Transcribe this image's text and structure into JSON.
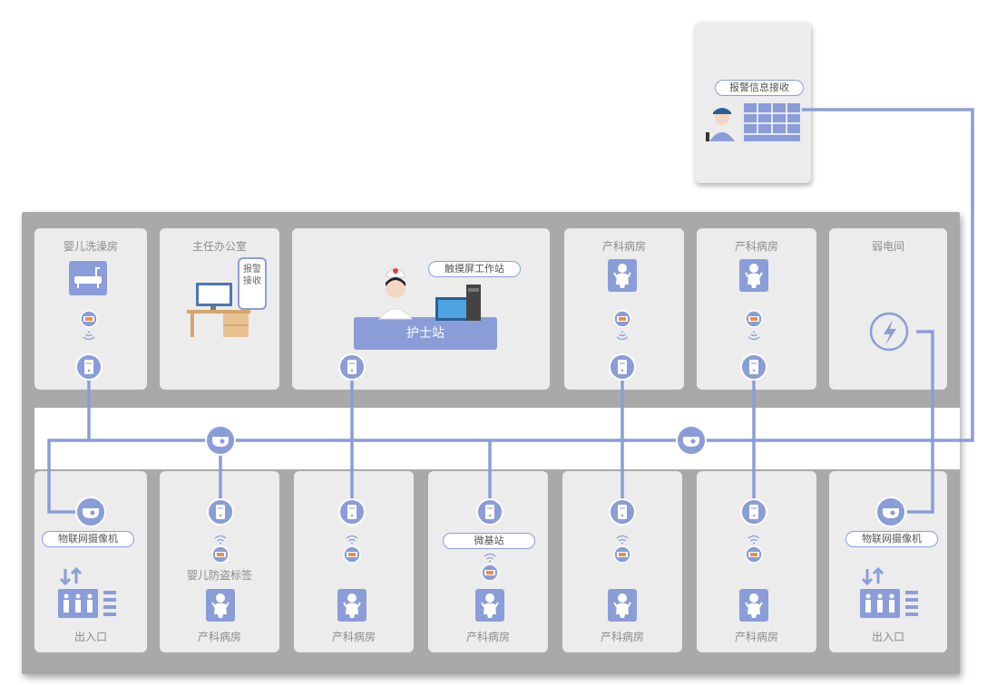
{
  "alarm_center": {
    "label": "报警信息接收"
  },
  "top_rooms": [
    {
      "key": "bath",
      "label": "婴儿洗澡房"
    },
    {
      "key": "office",
      "label": "主任办公室"
    },
    {
      "key": "nurse",
      "label": ""
    },
    {
      "key": "ward1",
      "label": "产科病房"
    },
    {
      "key": "ward2",
      "label": "产科病房"
    },
    {
      "key": "weak",
      "label": "弱电间"
    }
  ],
  "office_phone": {
    "line1": "报警",
    "line2": "接收"
  },
  "nurse_station": {
    "label": "护士站",
    "workstation_label": "触摸屏工作站"
  },
  "bottom_rooms": [
    {
      "key": "entrance_left",
      "label": "出入口"
    },
    {
      "key": "ward_b1",
      "label": "产科病房"
    },
    {
      "key": "ward_b2",
      "label": "产科病房"
    },
    {
      "key": "ward_b3",
      "label": "产科病房"
    },
    {
      "key": "ward_b4",
      "label": "产科病房"
    },
    {
      "key": "ward_b5",
      "label": "产科病房"
    },
    {
      "key": "entrance_right",
      "label": "出入口"
    }
  ],
  "labels": {
    "iot_camera_left": "物联网摄像机",
    "iot_camera_right": "物联网摄像机",
    "baby_tag": "婴儿防盗标签",
    "micro_station": "微基站"
  },
  "colors": {
    "line": "#8b9dd8",
    "icon": "#8b9dd8",
    "orange": "#e8914a",
    "room": "#ececec",
    "wall": "#a9a9a9"
  }
}
